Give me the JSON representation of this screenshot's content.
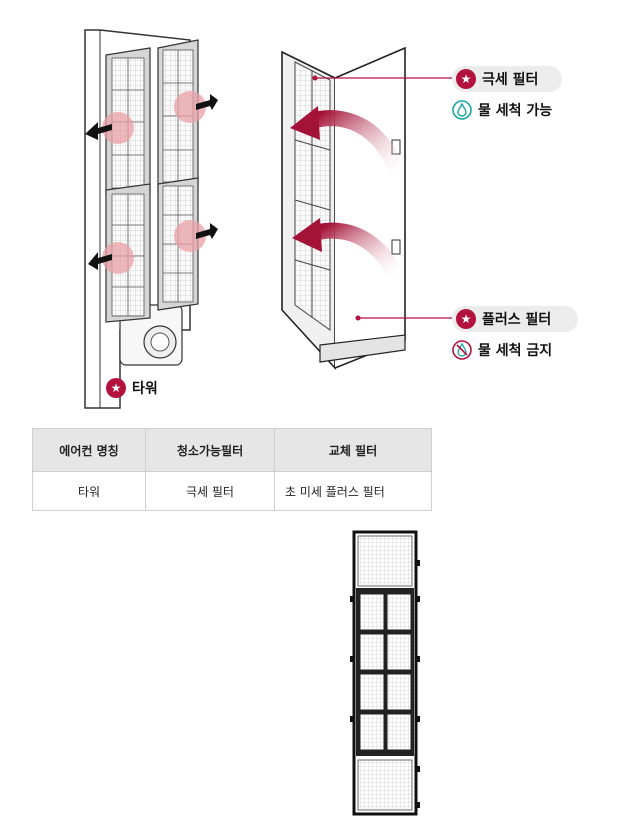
{
  "illustration": {
    "tower_label": "타워",
    "callouts": [
      {
        "label": "극세 필터",
        "note": "물 세척 가능",
        "note_icon": "water-drop-icon"
      },
      {
        "label": "플러스 필터",
        "note": "물 세척 금지",
        "note_icon": "no-wash-icon"
      }
    ]
  },
  "table": {
    "headers": [
      "에어컨 명칭",
      "청소가능필터",
      "교체 필터"
    ],
    "rows": [
      [
        "타워",
        "극세 필터",
        "초 미세 플러스 필터"
      ]
    ]
  },
  "colors": {
    "accent": "#b3123f",
    "pill_bg": "#ececec",
    "water_icon": "#1aa5a5",
    "header_bg": "#e6e6e6"
  }
}
